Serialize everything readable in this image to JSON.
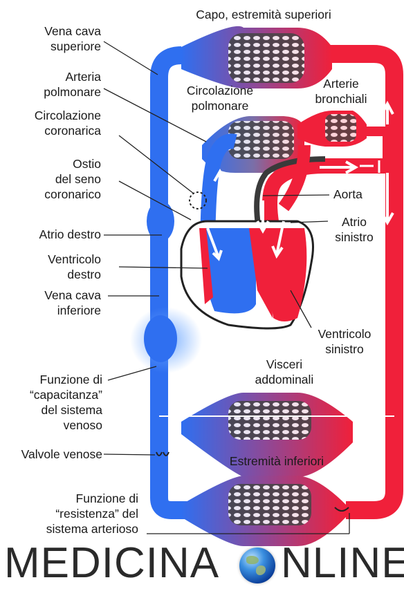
{
  "labels": {
    "top": "Capo, estremità superiori",
    "vena_cava_superiore": "Vena cava\nsuperiore",
    "arteria_polmonare": "Arteria\npolmonare",
    "circolazione_coronarica": "Circolazione\ncoronarica",
    "ostio": "Ostio\ndel seno\ncoronarico",
    "atrio_destro": "Atrio destro",
    "ventricolo_destro": "Ventricolo\ndestro",
    "vena_cava_inferiore": "Vena cava\ninferiore",
    "capacitanza": "Funzione di\n“capacitanza”\ndel sistema\nvenoso",
    "valvole": "Valvole venose",
    "resistenza": "Funzione di\n“resistenza” del\nsistema arterioso",
    "circolazione_polmonare": "Circolazione\npolmonare",
    "arterie_bronchiali": "Arterie\nbronchiali",
    "aorta": "Aorta",
    "atrio_sinistro": "Atrio\nsinistro",
    "ventricolo_sinistro": "Ventricolo\nsinistro",
    "visceri": "Visceri\naddominali",
    "estremita_inferiori": "Estremità inferiori"
  },
  "brand": {
    "left": "MEDICINA",
    "right": "NLINE"
  },
  "colors": {
    "venous": "#2f6ff0",
    "arterial": "#f0203a",
    "capillary": "#555555"
  }
}
